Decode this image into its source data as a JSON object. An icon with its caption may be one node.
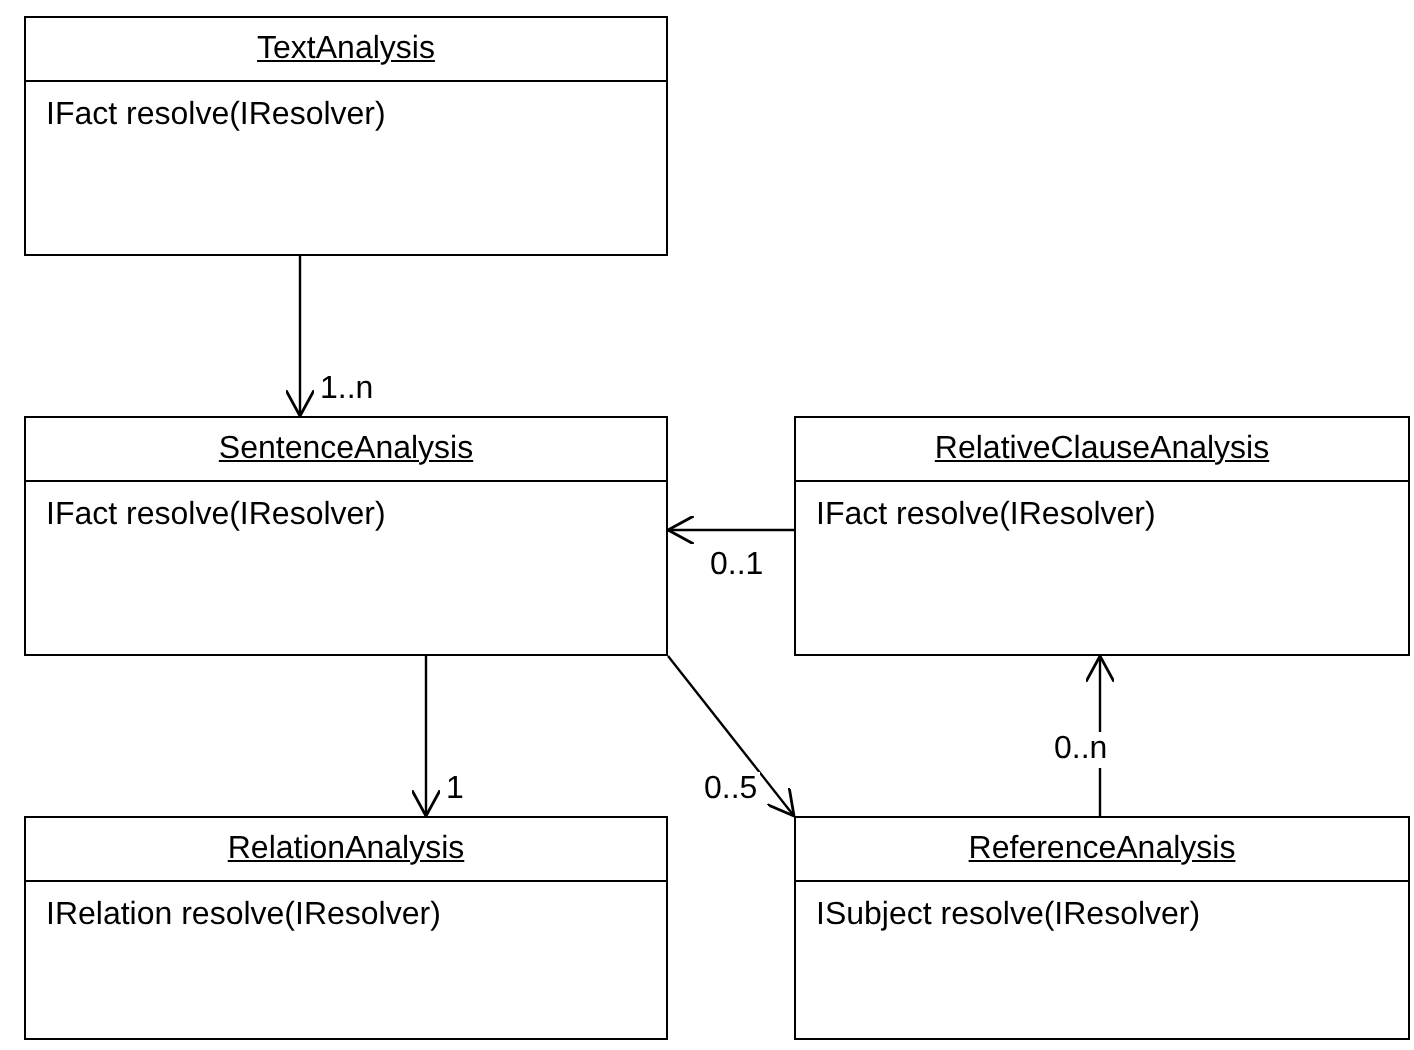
{
  "diagram": {
    "nodes": [
      {
        "text": [
          "TextAnalysis",
          "IFact resolve(IResolver)"
        ]
      },
      {
        "text": [
          "SentenceAnalysis",
          "IFact resolve(IResolver)"
        ]
      },
      {
        "text": [
          "RelativeClauseAnalysis",
          "IFact resolve(IResolver)"
        ]
      },
      {
        "text": [
          "RelationAnalysis",
          "IRelation resolve(IResolver)"
        ]
      },
      {
        "text": [
          "ReferenceAnalysis",
          "ISubject resolve(IResolver)"
        ]
      }
    ],
    "edges": [
      {
        "from": 0,
        "to": 1,
        "arrow": "to",
        "label": "1..n"
      },
      {
        "from": 2,
        "to": 1,
        "arrow": "to",
        "label": "0..1"
      },
      {
        "from": 1,
        "to": 3,
        "arrow": "to",
        "label": "1"
      },
      {
        "from": 1,
        "to": 4,
        "arrow": "to",
        "label": "0..5"
      },
      {
        "from": 4,
        "to": 2,
        "arrow": "to",
        "label": "0..n"
      }
    ]
  }
}
